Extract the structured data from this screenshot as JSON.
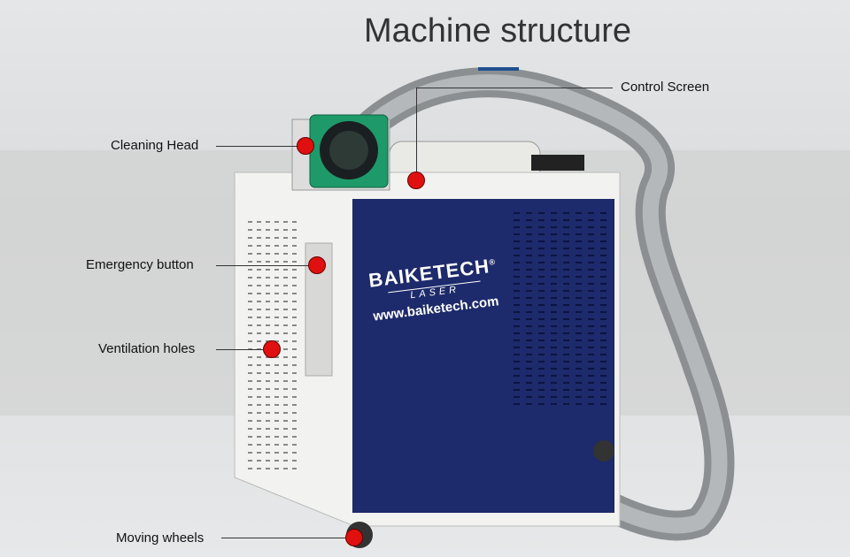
{
  "title": "Machine structure",
  "accent": "#1f4f8f",
  "brand": {
    "name": "BAIKETECH",
    "reg": "®",
    "sub": "LASER",
    "url": "www.baiketech.com"
  },
  "callouts": [
    {
      "label": "Control Screen"
    },
    {
      "label": "Cleaning Head"
    },
    {
      "label": "Emergency button"
    },
    {
      "label": "Ventilation holes"
    },
    {
      "label": "Moving wheels"
    }
  ]
}
